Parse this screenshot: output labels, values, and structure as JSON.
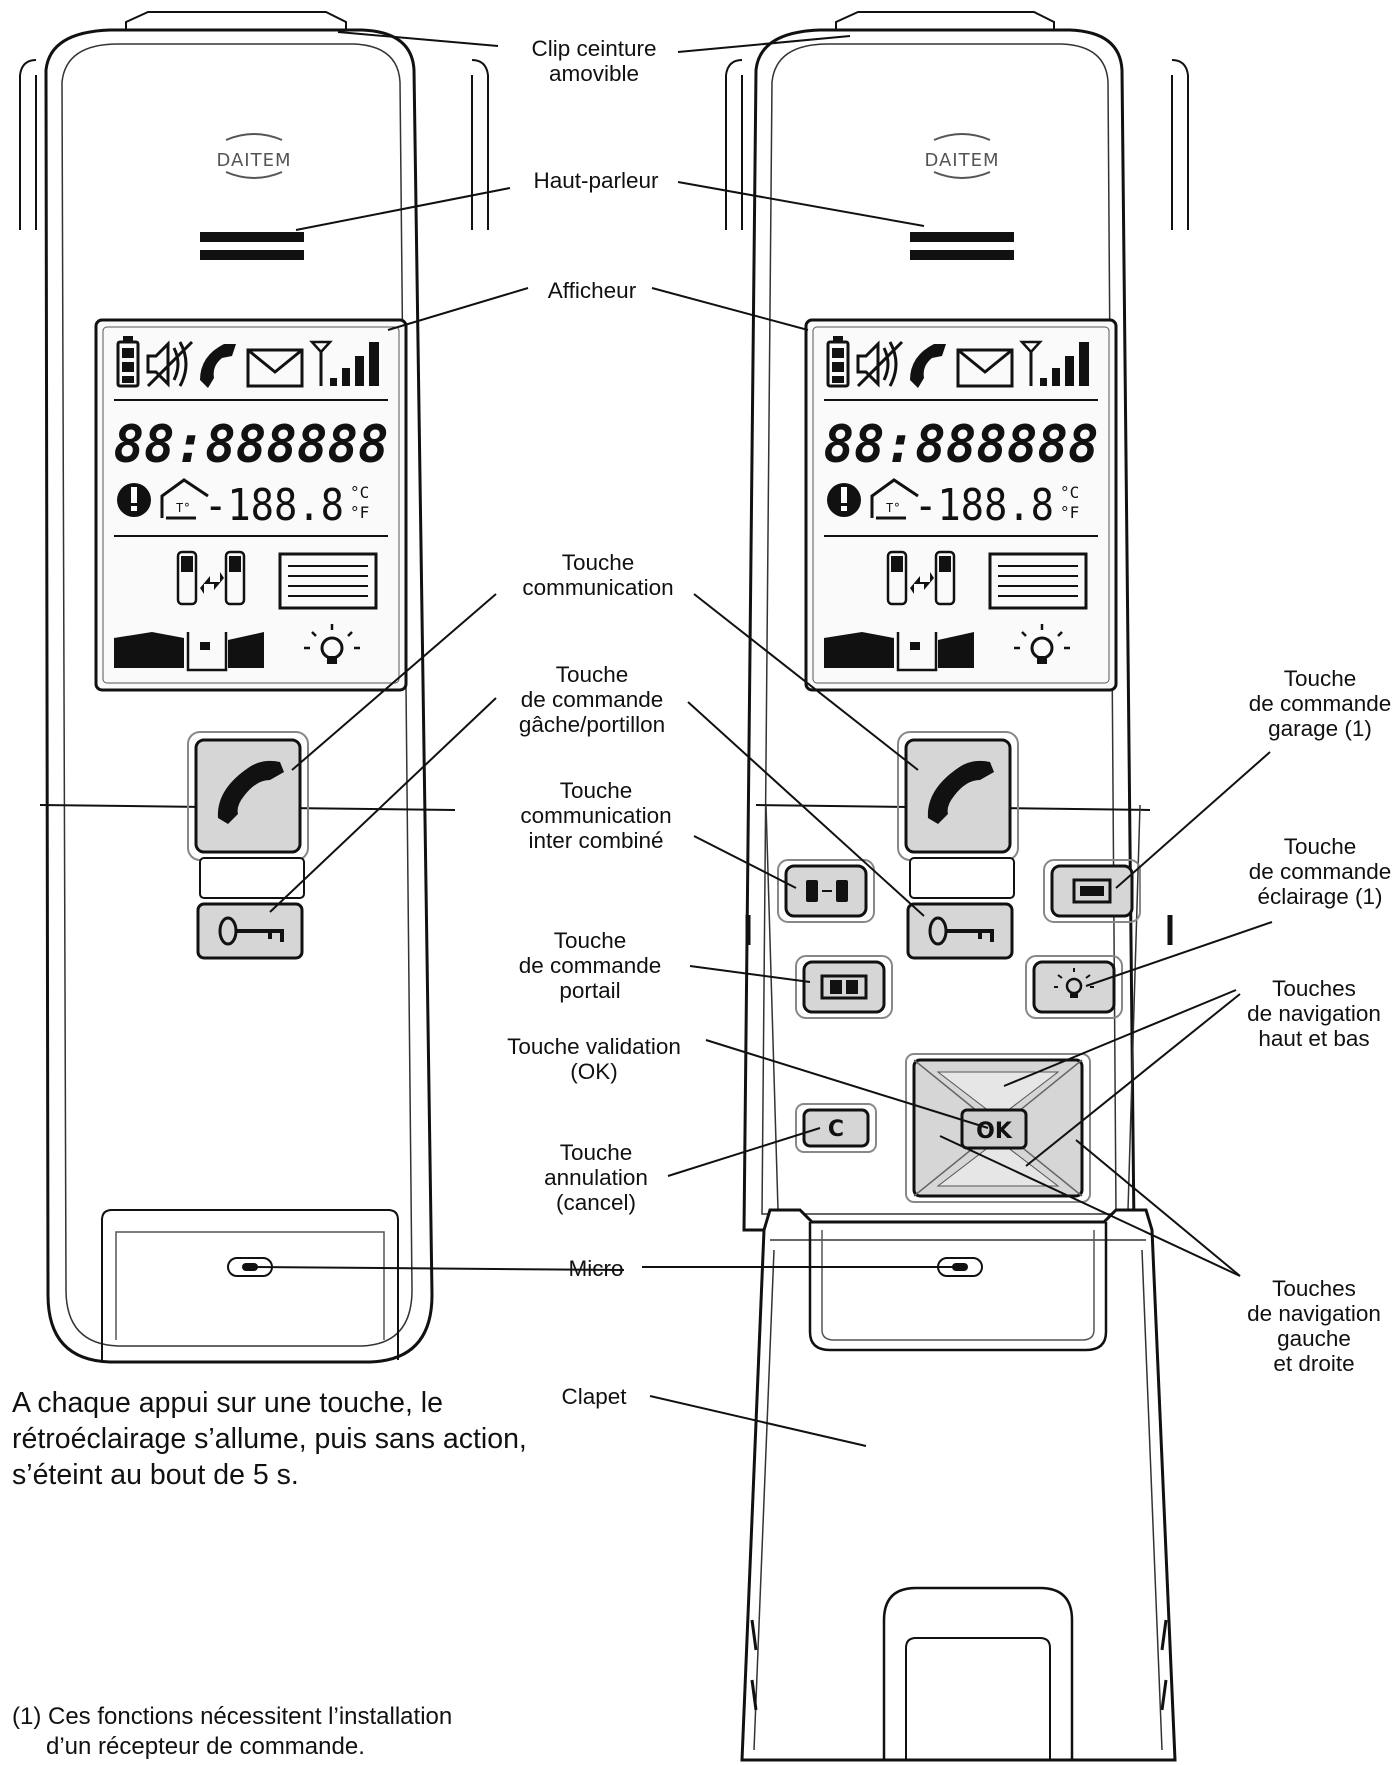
{
  "brand": "DAITEM",
  "lcd": {
    "segments": "88:888888",
    "temperature": "-188.8",
    "unit_c": "°C",
    "unit_f": "°F"
  },
  "keys": {
    "ok": "OK",
    "cancel": "C"
  },
  "labels": {
    "clip": [
      "Clip ceinture",
      "amovible"
    ],
    "speaker": [
      "Haut-parleur"
    ],
    "display": [
      "Afficheur"
    ],
    "communication": [
      "Touche",
      "communication"
    ],
    "latch": [
      "Touche",
      "de commande",
      "gâche/portillon"
    ],
    "intercom": [
      "Touche",
      "communication",
      "inter combiné"
    ],
    "gate": [
      "Touche",
      "de commande",
      "portail"
    ],
    "ok": [
      "Touche validation",
      "(OK)"
    ],
    "cancel": [
      "Touche",
      "annulation",
      "(cancel)"
    ],
    "micro": [
      "Micro"
    ],
    "flap": [
      "Clapet"
    ],
    "garage": [
      "Touche",
      "de commande",
      "garage (1)"
    ],
    "lighting": [
      "Touche",
      "de commande",
      "éclairage (1)"
    ],
    "nav_updown": [
      "Touches",
      "de navigation",
      "haut et bas"
    ],
    "nav_leftright": [
      "Touches",
      "de navigation",
      "gauche",
      "et droite"
    ]
  },
  "backlight_note": "A chaque appui sur une touche, le rétroéclairage s’allume, puis sans action, s’éteint au bout de 5 s.",
  "footnote": {
    "line1": "(1) Ces fonctions nécessitent l’installation",
    "line2": "d’un récepteur de commande."
  }
}
